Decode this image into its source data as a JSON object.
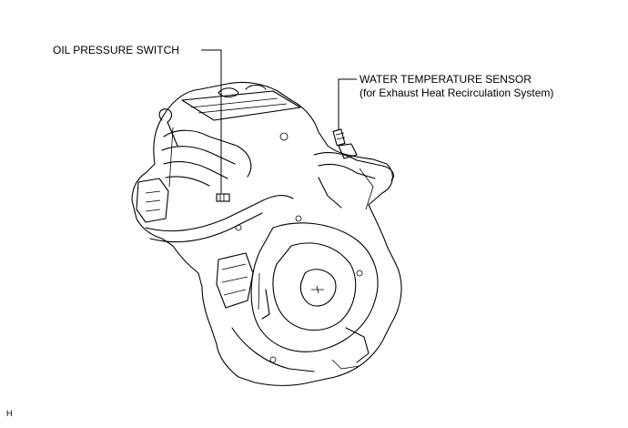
{
  "labels": {
    "oil_pressure_switch": "OIL PRESSURE SWITCH",
    "water_temp_sensor": "WATER TEMPERATURE SENSOR",
    "water_temp_sensor_sub": "(for Exhaust Heat Recirculation System)",
    "figure_code": "H"
  }
}
